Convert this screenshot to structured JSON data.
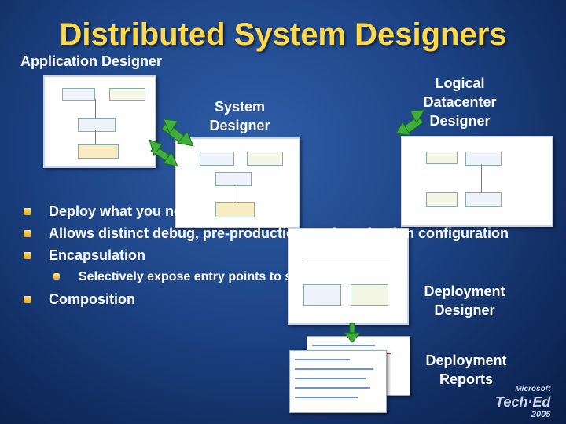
{
  "title": "Distributed System Designers",
  "subtitle": "Application Designer",
  "labels": {
    "system": [
      "System",
      "Designer"
    ],
    "logical": [
      "Logical",
      "Datacenter",
      "Designer"
    ],
    "deployment": [
      "Deployment",
      "Designer"
    ],
    "reports": [
      "Deployment",
      "Reports"
    ]
  },
  "bullets": [
    "Deploy what you need",
    "Allows distinct debug, pre-production, and production configuration",
    "Encapsulation",
    "Selectively expose entry points to system",
    "Composition"
  ],
  "logo": [
    "Microsoft",
    "Tech·Ed",
    "2005"
  ],
  "colors": {
    "title": "#ffd94a",
    "arrow": "#3fae3a",
    "bullet": "#f0b433"
  }
}
